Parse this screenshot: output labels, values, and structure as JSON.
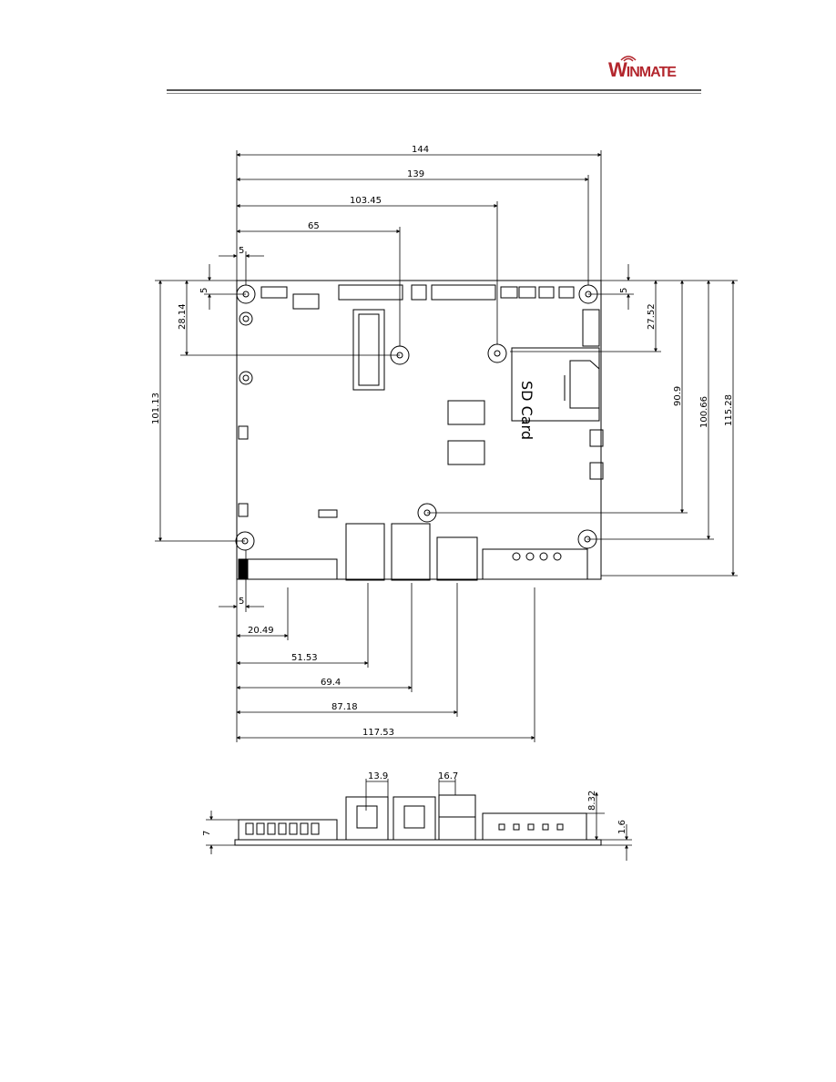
{
  "brand": {
    "logo_text": "Winmate",
    "color": "#b3262d"
  },
  "top_view": {
    "dims_horizontal": [
      "144",
      "139",
      "103.45",
      "65",
      "5",
      "5",
      "20.49",
      "51.53",
      "69.4",
      "87.18",
      "117.53"
    ],
    "dims_vertical": [
      "5",
      "28.14",
      "101.13",
      "5",
      "27.52",
      "90.9",
      "100.66",
      "115.28"
    ],
    "sd_label": "SD Card"
  },
  "side_view": {
    "dims": [
      "13.9",
      "16.7",
      "7",
      "8.32",
      "1.6"
    ]
  }
}
